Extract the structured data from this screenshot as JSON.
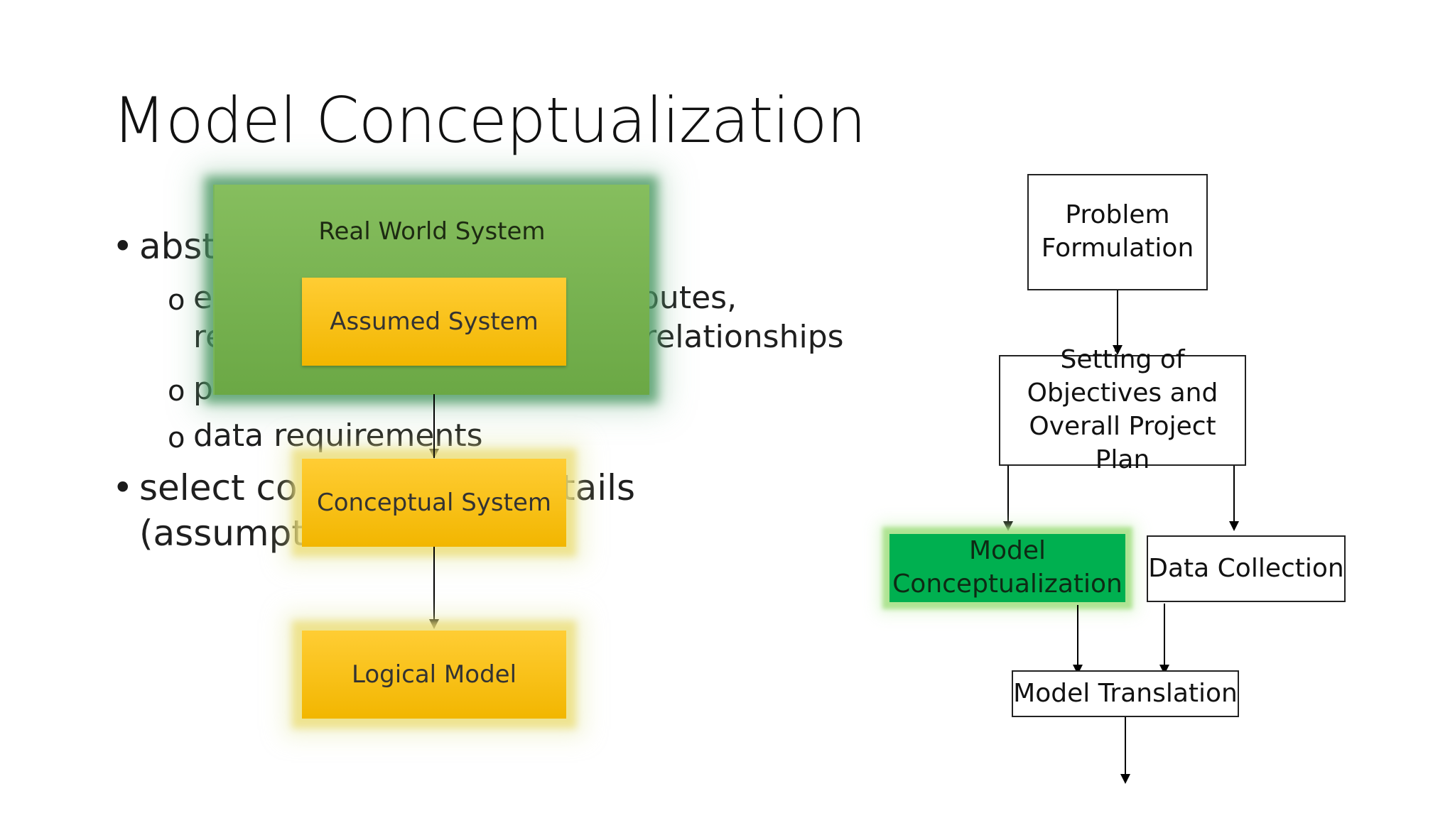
{
  "slide": {
    "title": "Model Conceptualization",
    "bullets": {
      "b1_visible": "abst",
      "b1_sub1_line1_left": "e",
      "b1_sub1_line1_right": "butes,",
      "b1_sub1_line2_left": "re",
      "b1_sub1_line2_right": "relationships",
      "b1_sub2_visible": "p",
      "b1_sub3": "data requirements",
      "b2_left": "select co",
      "b2_right": "tails",
      "b2_line2": "(assumpti"
    },
    "bullet_glyph": "•",
    "sub_bullet_glyph": "o"
  },
  "left_diagram": {
    "real_world": "Real World System",
    "assumed": "Assumed System",
    "conceptual": "Conceptual System",
    "logical": "Logical Model"
  },
  "flowchart": {
    "problem": "Problem\nFormulation",
    "objectives": "Setting of\nObjectives and\nOverall Project Plan",
    "model_conceptualization": "Model\nConceptualization",
    "data_collection": "Data Collection",
    "model_translation": "Model Translation"
  },
  "colors": {
    "green_box": "#00b050",
    "real_world_green": "#7ab65b",
    "yellow_box": "#f5bd0c"
  }
}
